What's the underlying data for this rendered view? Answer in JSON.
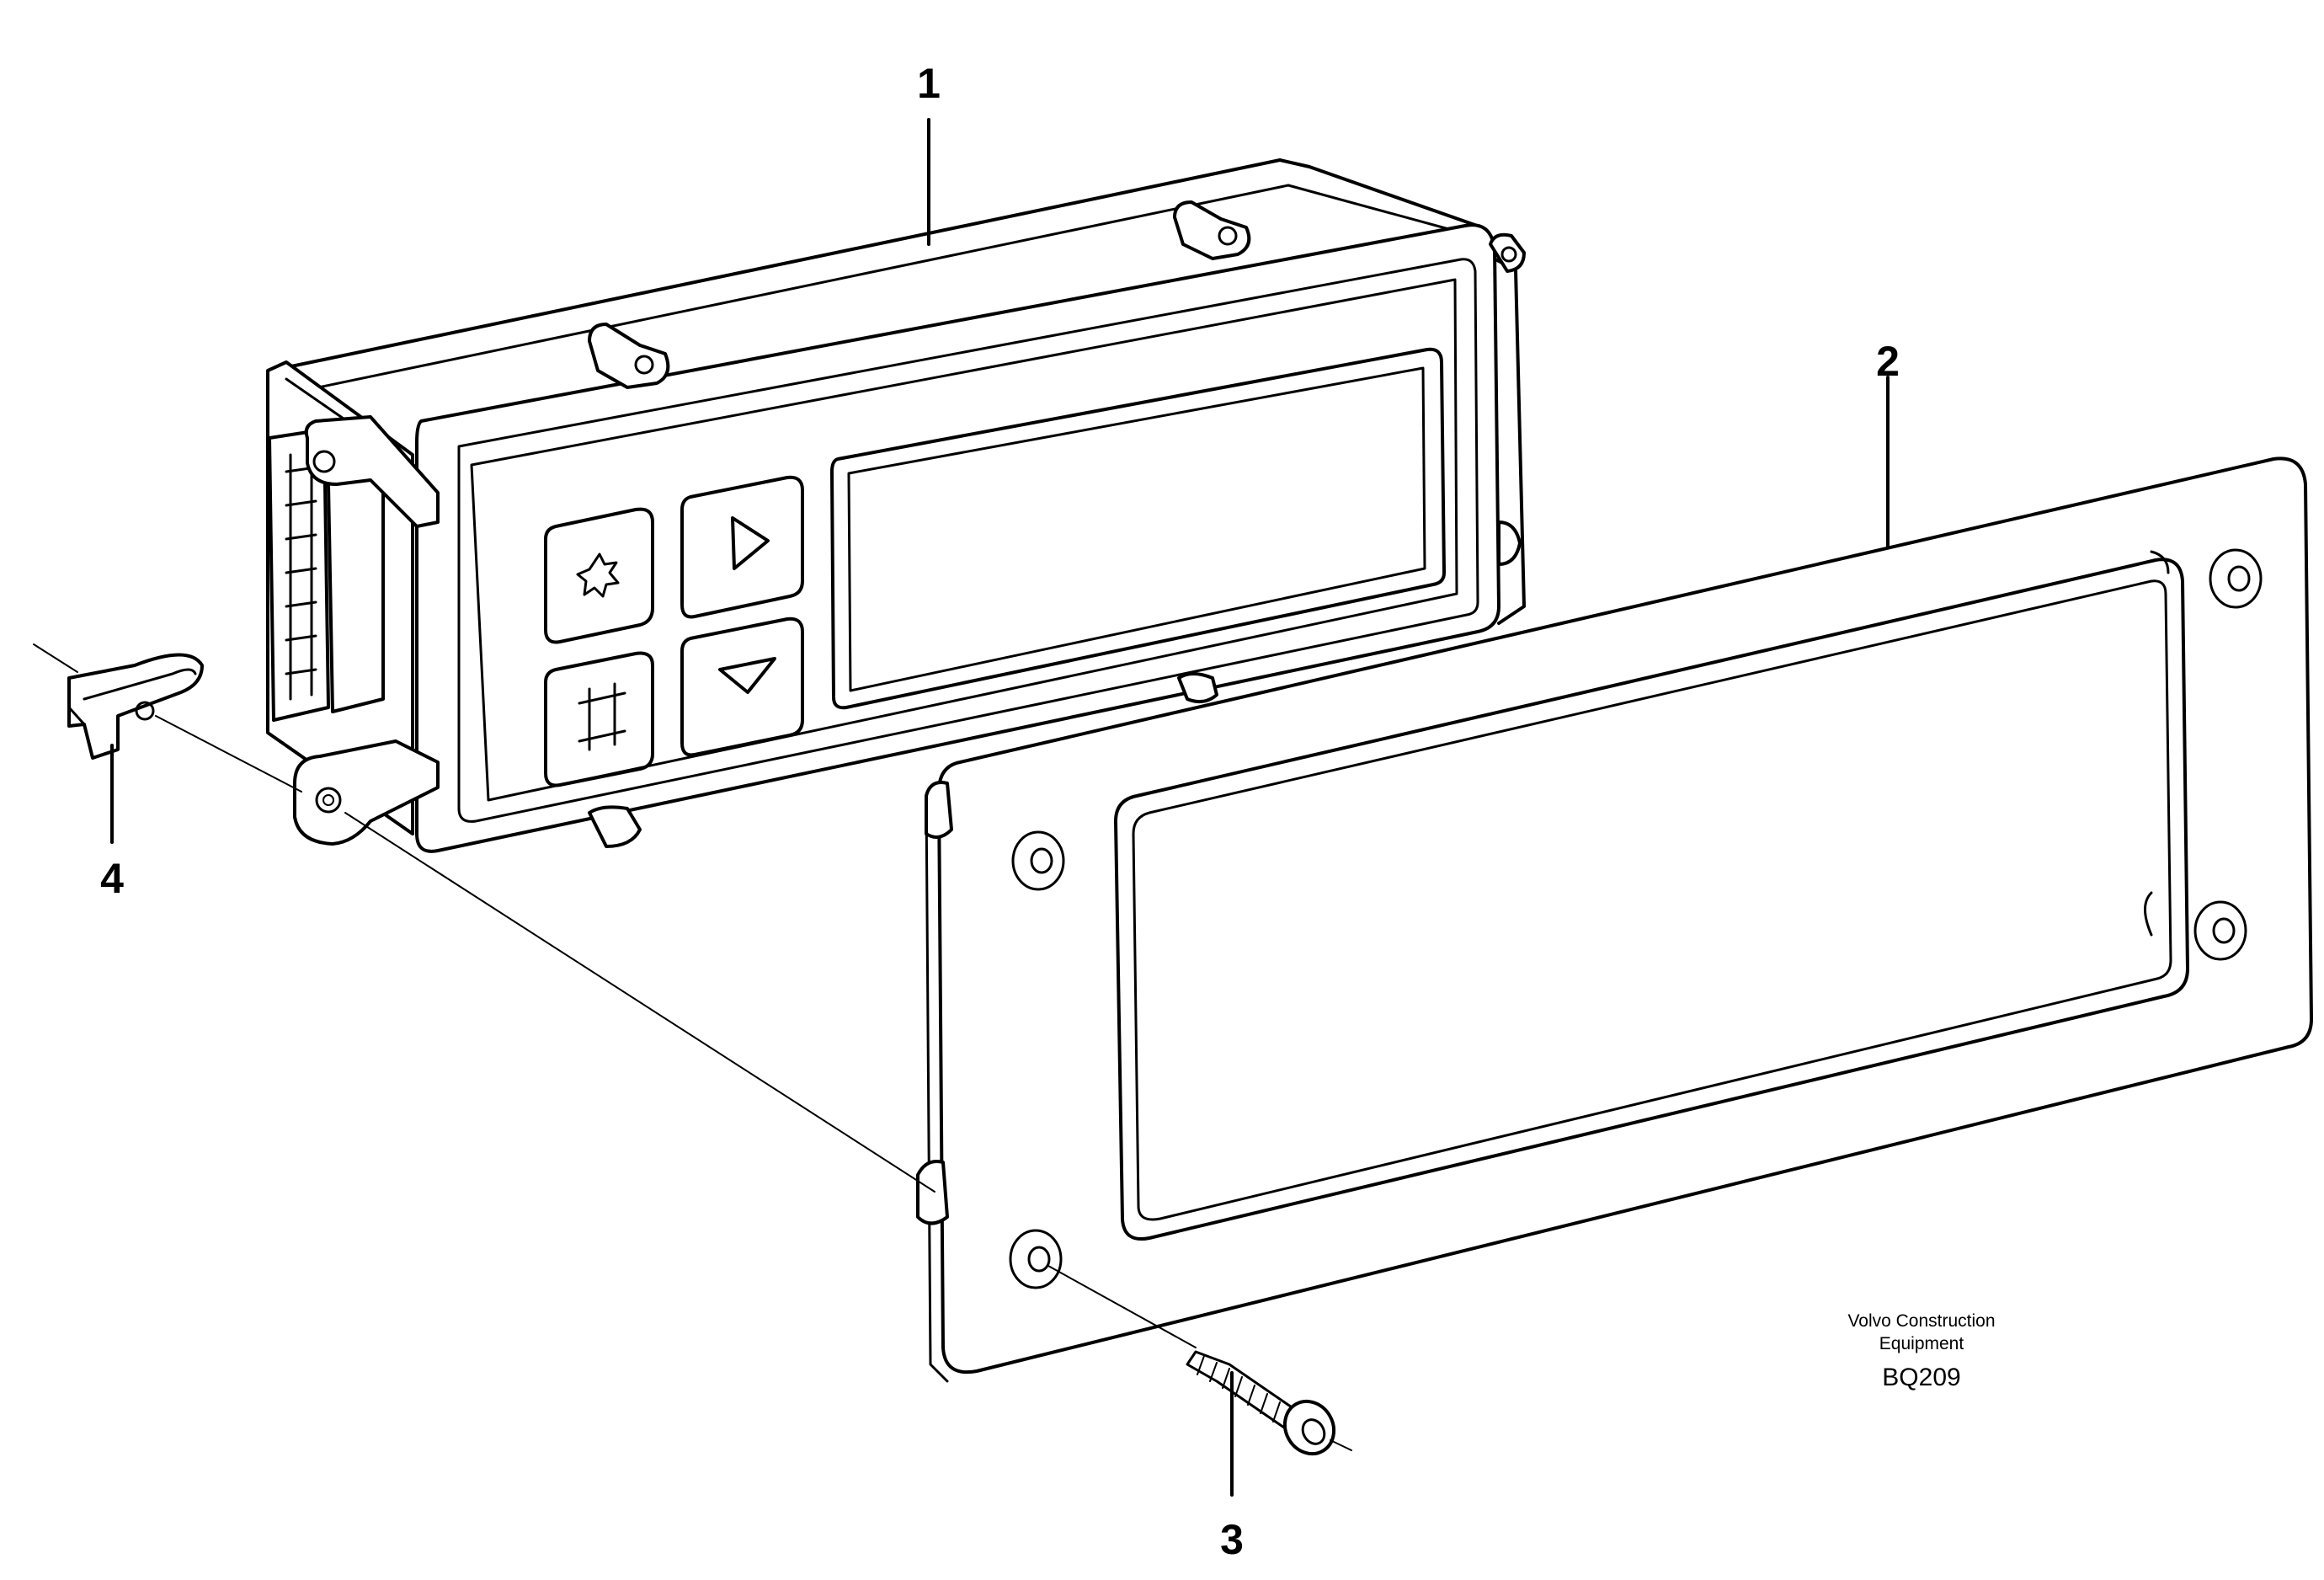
{
  "callouts": [
    {
      "id": "1",
      "label": "1"
    },
    {
      "id": "2",
      "label": "2"
    },
    {
      "id": "3",
      "label": "3"
    },
    {
      "id": "4",
      "label": "4"
    }
  ],
  "caption": {
    "line1": "Volvo Construction",
    "line2": "Equipment",
    "code": "BQ209"
  }
}
